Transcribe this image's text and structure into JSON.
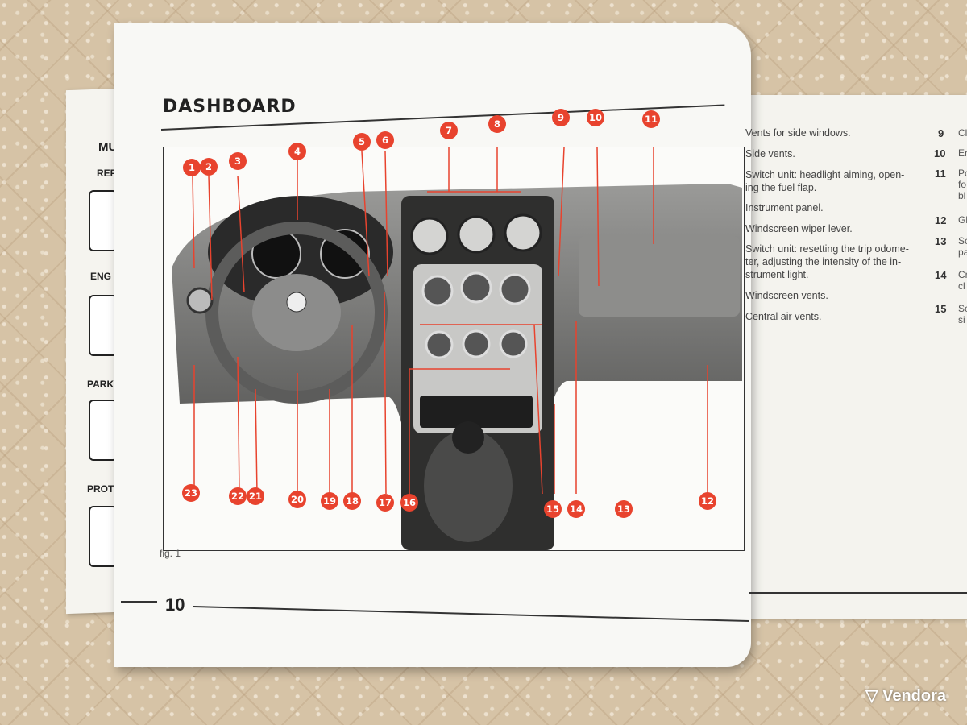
{
  "left_page": {
    "tabs": [
      "MU",
      "REF",
      "ENG",
      "PARK",
      "PROT"
    ]
  },
  "main_page": {
    "title": "DASHBOARD",
    "fig_label": "fig. 1",
    "page_number": "10",
    "callouts": [
      "1",
      "2",
      "3",
      "4",
      "5",
      "6",
      "7",
      "8",
      "9",
      "10",
      "11",
      "12",
      "13",
      "14",
      "15",
      "16",
      "17",
      "18",
      "19",
      "20",
      "21",
      "22",
      "23"
    ]
  },
  "descriptions": [
    "Vents for side windows.",
    "Side vents.",
    "Switch unit: headlight aiming, open-",
    "ing the fuel flap.",
    "Instrument panel.",
    "Windscreen wiper lever.",
    "Switch unit: resetting the trip odome-",
    "ter, adjusting the intensity of the in-",
    "strument light.",
    "Windscreen vents.",
    "Central air vents."
  ],
  "right_column": {
    "numbers": [
      "9",
      "10",
      "11",
      "12",
      "13",
      "14",
      "15"
    ],
    "fragments": [
      "Cl",
      "Er",
      "Po",
      "fo",
      "bl",
      "Gl",
      "Sc",
      "pa",
      "Cr",
      "cl",
      "Sc",
      "si"
    ]
  },
  "watermark": "Vendora",
  "colors": {
    "callout": "#e8432e",
    "page": "#f8f8f5"
  }
}
